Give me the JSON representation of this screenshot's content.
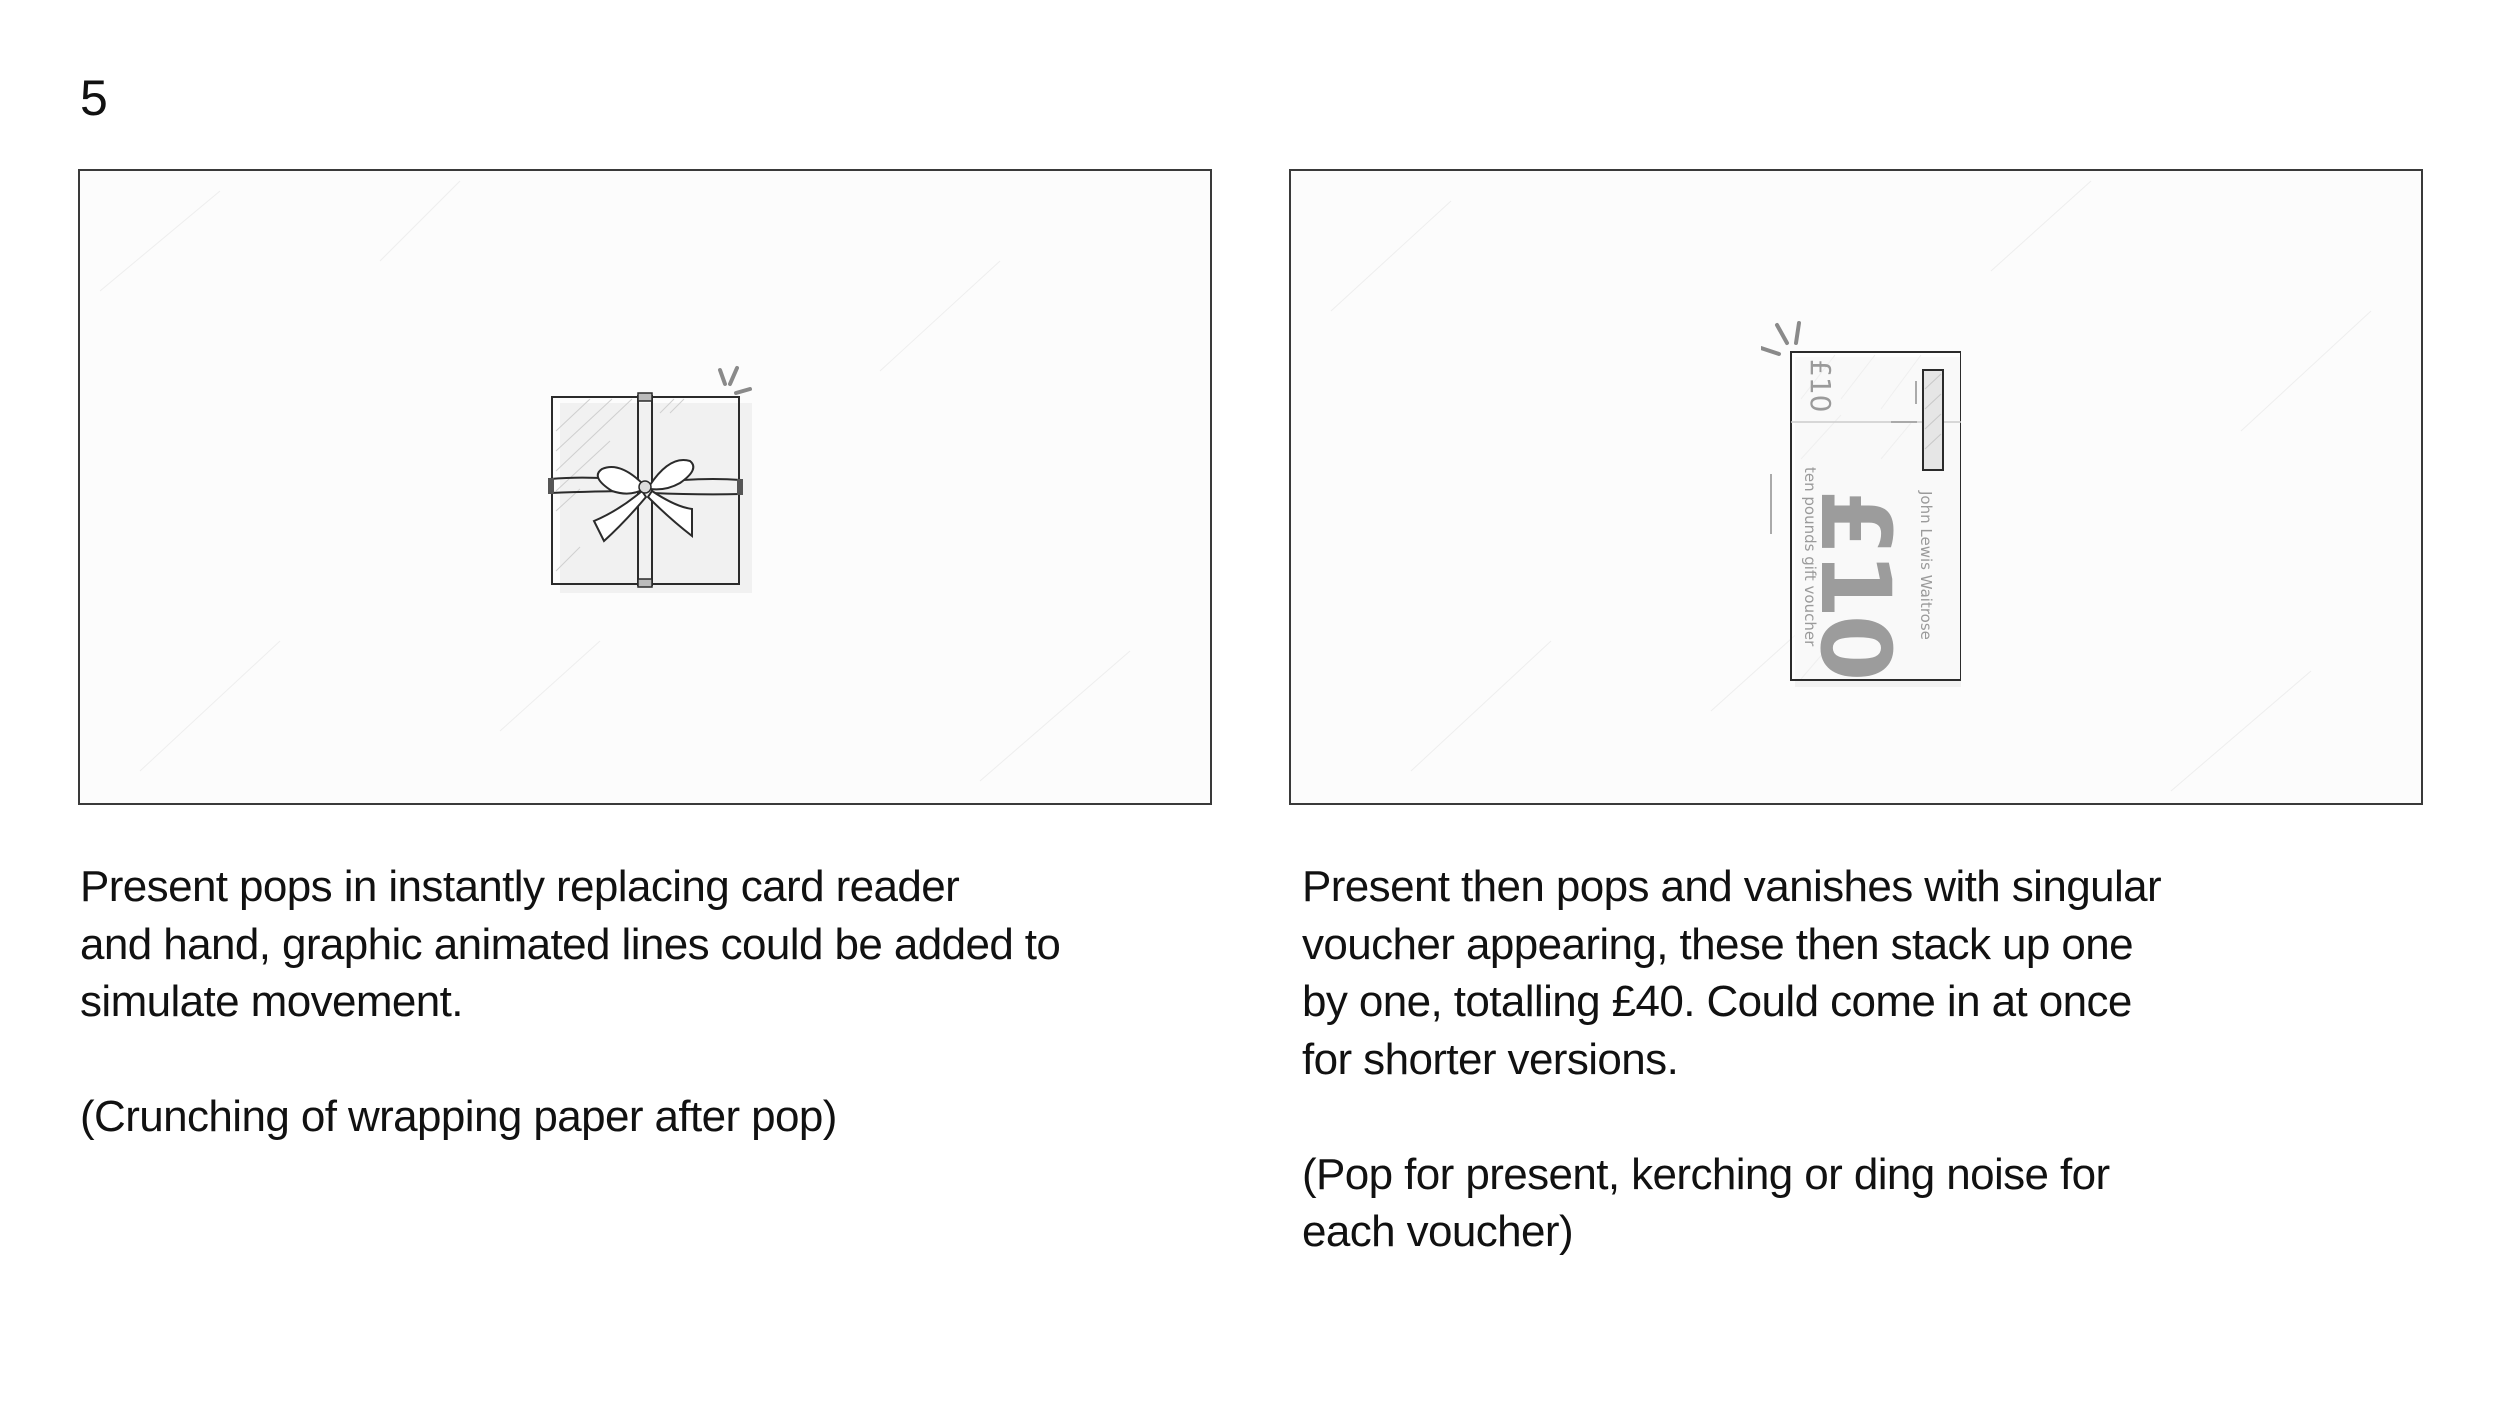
{
  "page": {
    "number": "5"
  },
  "panels": [
    {
      "id": "left",
      "illustration": {
        "subject": "gift-box",
        "icons": [
          "gift-box-icon",
          "ribbon-bow-icon",
          "pop-lines-icon"
        ]
      },
      "caption": {
        "lines": [
          "Present pops in instantly replacing card reader",
          "and hand, graphic animated lines could be added to",
          "simulate movement."
        ],
        "sound_note": "(Crunching of wrapping paper after pop)"
      }
    },
    {
      "id": "right",
      "illustration": {
        "subject": "gift-voucher",
        "icons": [
          "voucher-icon",
          "pop-lines-icon"
        ],
        "voucher": {
          "small_value": "£10",
          "big_value": "£10",
          "brand": "John Lewis Waitrose",
          "description": "ten pounds gift voucher"
        }
      },
      "caption": {
        "lines": [
          "Present then pops and vanishes with singular",
          "voucher appearing, these then stack up one",
          "by one, totalling £40. Could come in at once",
          "for shorter versions."
        ],
        "sound_note_lines": [
          "(Pop for present, kerching or ding noise for",
          "each voucher)"
        ]
      }
    }
  ],
  "colors": {
    "frame_border": "#3a3a3a",
    "text": "#111111",
    "sketch_line": "#2b2b2b",
    "voucher_text": "#9a9a9a",
    "pop_lines": "#8a8a8a"
  }
}
